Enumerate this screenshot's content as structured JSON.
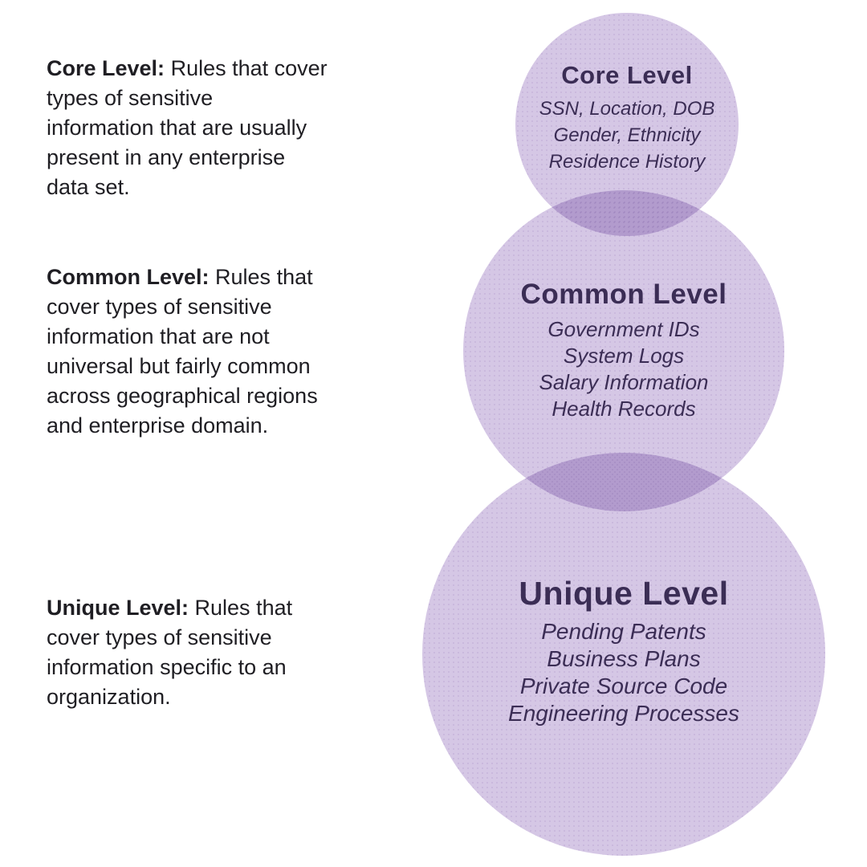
{
  "colors": {
    "circle_fill": "#d5c7e5",
    "circle_overlap": "#b39cce",
    "heading_text": "#3b2d55",
    "body_text": "#1f1e23",
    "background": "#ffffff"
  },
  "left_panel": {
    "paragraphs": [
      {
        "bold": "Core Level:",
        "rest": " Rules that cover",
        "lines": [
          "types of sensitive",
          "information that are usually",
          "present in any enterprise",
          "data set."
        ]
      },
      {
        "bold": "Common Level:",
        "rest": " Rules that",
        "lines": [
          "cover types of sensitive",
          "information that are not",
          "universal but fairly common",
          "across geographical regions",
          "and enterprise domain."
        ]
      },
      {
        "bold": "Unique Level:",
        "rest": " Rules that",
        "lines": [
          "cover types of sensitive",
          "information specific to an",
          "organization."
        ]
      }
    ]
  },
  "diagram": {
    "circles": [
      {
        "title": "Core Level",
        "items": [
          "SSN, Location, DOB",
          "Gender, Ethnicity",
          "Residence History"
        ]
      },
      {
        "title": "Common Level",
        "items": [
          "Government IDs",
          "System Logs",
          "Salary Information",
          "Health Records"
        ]
      },
      {
        "title": "Unique Level",
        "items": [
          "Pending Patents",
          "Business Plans",
          "Private Source Code",
          "Engineering Processes"
        ]
      }
    ]
  }
}
